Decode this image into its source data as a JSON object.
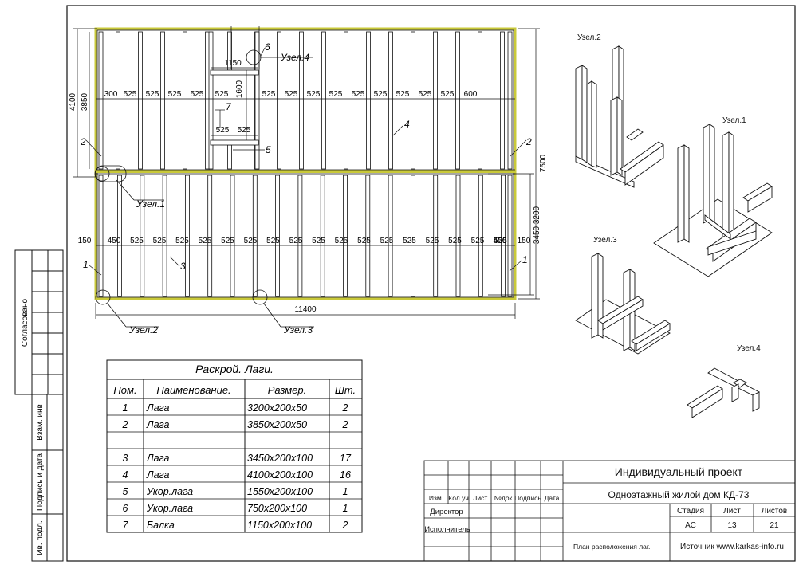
{
  "plan": {
    "top_dims": [
      "300",
      "525",
      "525",
      "525",
      "525",
      "525",
      "525",
      "525",
      "525",
      "525",
      "525",
      "525",
      "525",
      "525",
      "525",
      "600"
    ],
    "bottom_dims": [
      "150",
      "450",
      "525",
      "525",
      "525",
      "525",
      "525",
      "525",
      "525",
      "525",
      "525",
      "525",
      "525",
      "525",
      "525",
      "525",
      "525",
      "525",
      "525",
      "450",
      "150"
    ],
    "opening_width": "1150",
    "opening_height": "1600",
    "opening_inner_dims": [
      "525",
      "525"
    ],
    "dim_total_width": "11400",
    "dim_total_height": "7500",
    "dim_left_outer": "4100",
    "dim_left_inner": "3850",
    "dim_right_outer": "3450",
    "dim_right_inner": "3200",
    "callouts": {
      "c1_left": "1",
      "c1_right": "1",
      "c2_left": "2",
      "c2_right": "2",
      "c3": "3",
      "c4": "4",
      "c5": "5",
      "c6": "6",
      "c7": "7"
    },
    "node_labels": {
      "n1": "Узел.1",
      "n2": "Узел.2",
      "n3": "Узел.3",
      "n4": "Узел.4"
    }
  },
  "details": {
    "titles": [
      "Узел.2",
      "Узел.1",
      "Узел.3",
      "Узел.4"
    ]
  },
  "cut_table": {
    "title": "Раскрой. Лаги.",
    "headers": [
      "Ном.",
      "Наименование.",
      "Размер.",
      "Шт."
    ],
    "rows": [
      [
        "1",
        "Лага",
        "3200x200x50",
        "2"
      ],
      [
        "2",
        "Лага",
        "3850x200x50",
        "2"
      ],
      [
        "",
        "",
        "",
        ""
      ],
      [
        "3",
        "Лага",
        "3450x200x100",
        "17"
      ],
      [
        "4",
        "Лага",
        "4100x200x100",
        "16"
      ],
      [
        "5",
        "Укор.лага",
        "1550x200x100",
        "1"
      ],
      [
        "6",
        "Укор.лага",
        "750x200x100",
        "1"
      ],
      [
        "7",
        "Балка",
        "1150x200x100",
        "2"
      ]
    ]
  },
  "side_stamp": {
    "labels": [
      "Согласовано",
      "Взам. инв",
      "Подпись и дата",
      "Ив. подл."
    ]
  },
  "title_block": {
    "project": "Индивидуальный проект",
    "house": "Одноэтажный жилой дом КД-73",
    "col_headers": [
      "Изм.",
      "Кол.уч",
      "Лист",
      "№док",
      "Подпись",
      "Дата"
    ],
    "director": "Директор",
    "executor": "Исполнитель",
    "stage_label": "Стадия",
    "sheet_label": "Лист",
    "sheets_label": "Листов",
    "stage": "АС",
    "sheet": "13",
    "sheets": "21",
    "drawing_name": "План расположения лаг.",
    "source": "Источник www.karkas-info.ru"
  },
  "colors": {
    "ink": "#111111",
    "frame_yellow": "#c9c93a",
    "board": "#ffffff"
  }
}
